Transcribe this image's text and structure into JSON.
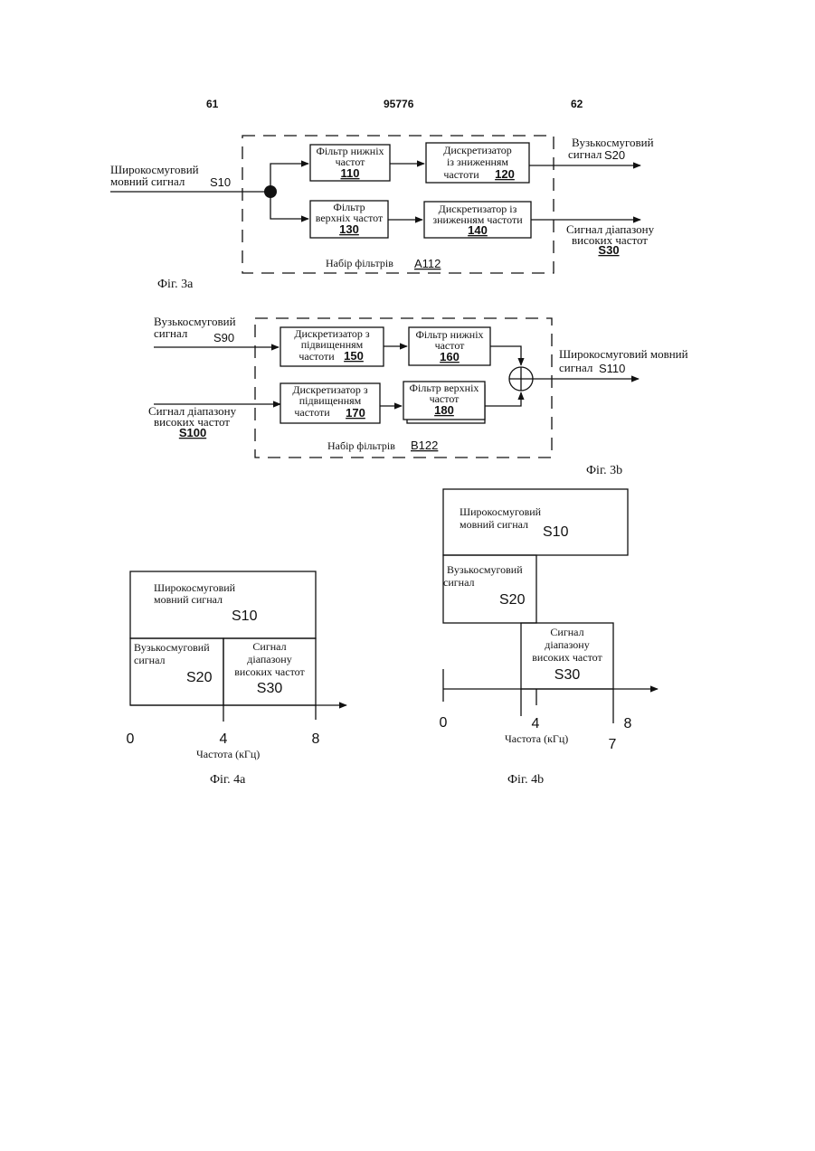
{
  "header": {
    "page_left": "61",
    "patent_number": "95776",
    "page_right": "62"
  },
  "fig3a": {
    "caption": "Фіг. 3а",
    "input_label_l1": "Широкосмуговий",
    "input_label_l2": "мовний сигнал",
    "input_code": "S10",
    "lpf_l1": "Фільтр нижніх",
    "lpf_l2": "частот",
    "lpf_num": "110",
    "down1_l1": "Дискретизатор",
    "down1_l2": "із зниженням",
    "down1_l3": "частоти",
    "down1_num": "120",
    "hpf_l1": "Фільтр",
    "hpf_l2": "верхніх частот",
    "hpf_num": "130",
    "down2_l1": "Дискретизатор із",
    "down2_l2": "зниженням частоти",
    "down2_num": "140",
    "out1_l1": "Вузькосмуговий",
    "out1_l2": "сигнал",
    "out1_code": "S20",
    "out2_l1": "Сигнал діапазону",
    "out2_l2": "високих частот",
    "out2_code": "S30",
    "bank_label": "Набір фільтрів",
    "bank_code": "A112"
  },
  "fig3b": {
    "caption": "Фіг. 3b",
    "in1_l1": "Вузькосмуговий",
    "in1_l2": "сигнал",
    "in1_code": "S90",
    "in2_l1": "Сигнал діапазону",
    "in2_l2": "високих частот",
    "in2_code": "S100",
    "up1_l1": "Дискретизатор з",
    "up1_l2": "підвищенням",
    "up1_l3": "частоти",
    "up1_num": "150",
    "lpf_l1": "Фільтр нижніх",
    "lpf_l2": "частот",
    "lpf_num": "160",
    "up2_l1": "Дискретизатор з",
    "up2_l2": "підвищенням",
    "up2_l3": "частоти",
    "up2_num": "170",
    "hpf_l1": "Фільтр верхніх",
    "hpf_l2": "частот",
    "hpf_num": "180",
    "out_label": "Широкосмуговий мовний",
    "out_l2": "сигнал",
    "out_code": "S110",
    "bank_label": "Набір фільтрів",
    "bank_code": "B122"
  },
  "fig4a": {
    "caption": "Фіг. 4а",
    "wide_l1": "Широкосмуговий",
    "wide_l2": "мовний сигнал",
    "wide_code": "S10",
    "narrow_l1": "Вузькосмуговий",
    "narrow_l2": "сигнал",
    "narrow_code": "S20",
    "high_l1": "Сигнал",
    "high_l2": "діапазону",
    "high_l3": "високих частот",
    "high_code": "S30",
    "tick0": "0",
    "tick4": "4",
    "tick8": "8",
    "axis_label": "Частота (кГц)"
  },
  "fig4b": {
    "caption": "Фіг. 4b",
    "wide_l1": "Широкосмуговий",
    "wide_l2": "мовний сигнал",
    "wide_code": "S10",
    "narrow_l1": "Вузькосмуговий",
    "narrow_l2": "сигнал",
    "narrow_code": "S20",
    "high_l1": "Сигнал",
    "high_l2": "діапазону",
    "high_l3": "високих частот",
    "high_code": "S30",
    "tick0": "0",
    "tick4": "4",
    "tick8": "8",
    "tick7": "7",
    "axis_label": "Частота (кГц)"
  }
}
